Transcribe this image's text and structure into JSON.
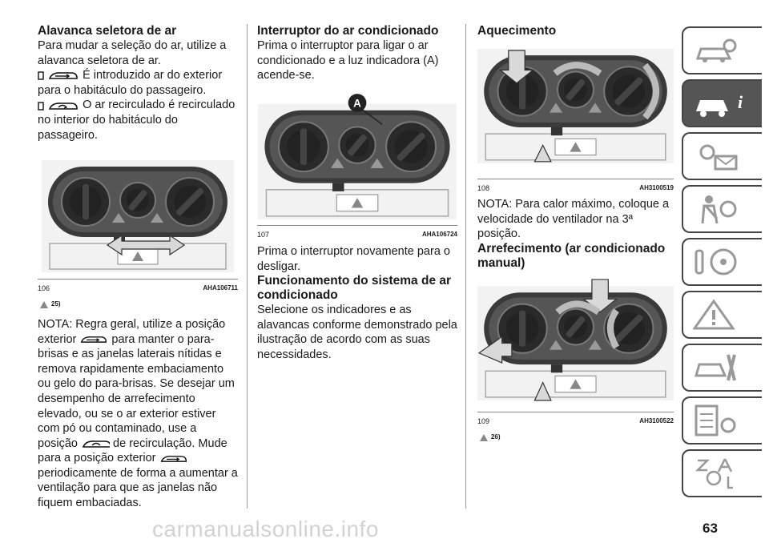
{
  "col1": {
    "heading": "Alavanca seletora de ar",
    "intro": "Para mudar a seleção do ar, utilize a alavanca seletora de ar.",
    "item1": "É introduzido ar do exterior para o habitáculo do passageiro.",
    "item2": "O ar recirculado é recirculado no interior do habitáculo do passageiro.",
    "fig_number": "106",
    "fig_code": "AHA106711",
    "warn_ref": "25)",
    "note_a": "NOTA: Regra geral, utilize a posição exterior",
    "note_b": "para manter o para-brisas e as janelas laterais nítidas e remova rapidamente embaciamento ou gelo do para-brisas. Se desejar um desempenho de arrefecimento elevado, ou se o ar exterior estiver com pó ou contaminado, use a posição",
    "note_c": "de recirculação. Mude para a posição exterior",
    "note_d": "periodicamente de forma a aumentar a ventilação para que as janelas não fiquem embaciadas."
  },
  "col2": {
    "heading": "Interruptor do ar condicionado",
    "intro": "Prima o interruptor para ligar o ar condicionado e a luz indicadora (A) acende-se.",
    "callout": "A",
    "fig_number": "107",
    "fig_code": "AHA106724",
    "after": "Prima o interruptor novamente para o desligar.",
    "heading2": "Funcionamento do sistema de ar condicionado",
    "body2": "Selecione os indicadores e as alavancas conforme demonstrado pela ilustração de acordo com as suas necessidades."
  },
  "col3": {
    "heading": "Aquecimento",
    "fig_number": "108",
    "fig_code": "AH3100519",
    "note": "NOTA: Para calor máximo, coloque a velocidade do ventilador na 3ª posição.",
    "heading2": "Arrefecimento (ar condicionado manual)",
    "fig2_number": "109",
    "fig2_code": "AH3100522",
    "warn_ref": "26)"
  },
  "page_number": "63",
  "watermark": "carmanualsonline.info",
  "tabs": [
    "car-search-icon",
    "car-info-icon",
    "lights-mail-icon",
    "seatbelt-airbag-icon",
    "steering-key-icon",
    "warning-triangle-icon",
    "car-tools-icon",
    "checklist-gear-icon",
    "alphabet-index-icon"
  ],
  "colors": {
    "active_tab": "#555555",
    "arrow_fill": "#d9d9d9"
  }
}
